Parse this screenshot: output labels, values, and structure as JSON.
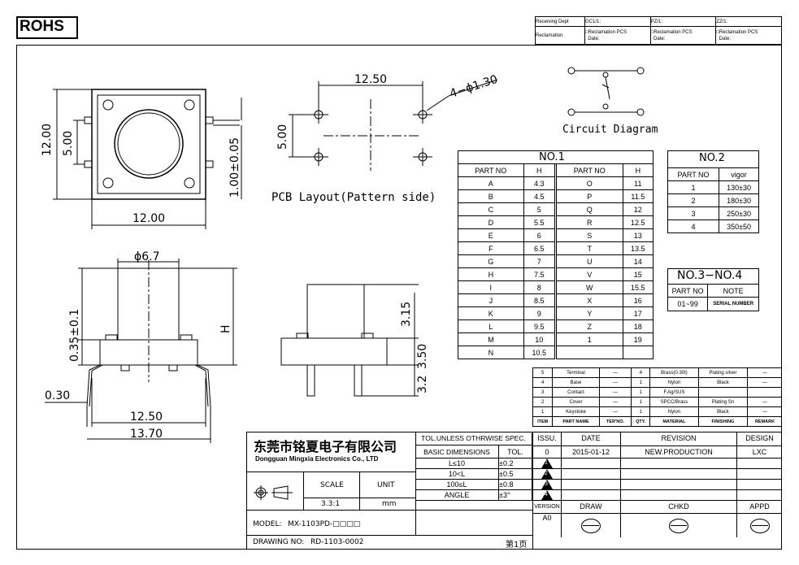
{
  "rohs": "ROHS",
  "header": {
    "receiving_dept": "Receiving Dept",
    "gc": "GC1/1:",
    "pz": "PZ/1:",
    "zz": "ZZ/1:",
    "reclamation": "Reclamation",
    "recl_pcs": "□Reclamation  PCS",
    "date": "Date:"
  },
  "drawing": {
    "top_w": "12.00",
    "top_h": "12.00",
    "d5": "5.00",
    "d1": "1.00±0.05",
    "pcb_w": "12.50",
    "pcb_h": "5.00",
    "holes": "4−ϕ1.30",
    "pcb_label": "PCB Layout(Pattern side)",
    "circuit_label": "Circuit Diagram",
    "phi": "ϕ6.7",
    "d035": "0.35±0.1",
    "H": "H",
    "d030": "0.30",
    "d1250": "12.50",
    "d1370": "13.70",
    "d315": "3.15",
    "d350": "3.50",
    "d32": "3.2"
  },
  "no1": {
    "title": "NO.1",
    "headers": [
      "PART NO",
      "H",
      "PART NO",
      "H"
    ],
    "rows": [
      [
        "A",
        "4.3",
        "O",
        "11"
      ],
      [
        "B",
        "4.5",
        "P",
        "11.5"
      ],
      [
        "C",
        "5",
        "Q",
        "12"
      ],
      [
        "D",
        "5.5",
        "R",
        "12.5"
      ],
      [
        "E",
        "6",
        "S",
        "13"
      ],
      [
        "F",
        "6.5",
        "T",
        "13.5"
      ],
      [
        "G",
        "7",
        "U",
        "14"
      ],
      [
        "H",
        "7.5",
        "V",
        "15"
      ],
      [
        "I",
        "8",
        "W",
        "15.5"
      ],
      [
        "J",
        "8.5",
        "X",
        "16"
      ],
      [
        "K",
        "9",
        "Y",
        "17"
      ],
      [
        "L",
        "9.5",
        "Z",
        "18"
      ],
      [
        "M",
        "10",
        "1",
        "19"
      ],
      [
        "N",
        "10.5",
        "",
        ""
      ]
    ]
  },
  "no2": {
    "title": "NO.2",
    "headers": [
      "PART NO",
      "vigor"
    ],
    "rows": [
      [
        "1",
        "130±30"
      ],
      [
        "2",
        "180±30"
      ],
      [
        "3",
        "250±30"
      ],
      [
        "4",
        "350±50"
      ]
    ]
  },
  "no34": {
    "title": "NO.3−NO.4",
    "headers": [
      "PART NO",
      "NOTE"
    ],
    "rows": [
      [
        "01~99",
        "SERIAL NUMBER"
      ]
    ]
  },
  "bom": {
    "rows": [
      [
        "5",
        "Terminal",
        "—",
        "4",
        "Brass(0.30t)",
        "Plating silver",
        "—"
      ],
      [
        "4",
        "Base",
        "—",
        "1",
        "Nylon",
        "Black",
        "—"
      ],
      [
        "3",
        "Contact",
        "—",
        "1",
        "F.Ag/SUS",
        "",
        ""
      ],
      [
        "2",
        "Cover",
        "—",
        "1",
        "SPCC/Brass",
        "Plating Sn",
        "—"
      ],
      [
        "1",
        "Keystoke",
        "—",
        "1",
        "Nylon",
        "Black",
        "—"
      ]
    ],
    "headers": [
      "ITEM",
      "PART NAME",
      "TER'NO.",
      "QTY.",
      "MATERIAL",
      "FINISHING",
      "REMARK"
    ]
  },
  "company": {
    "cn": "东莞市铭夏电子有限公司",
    "en": "Dongguan Mingxia Electronics Co., LTD",
    "scale_label": "SCALE",
    "unit_label": "UNIT",
    "scale": "3.3:1",
    "unit": "mm",
    "model_label": "MODEL:",
    "model": "MX-1103PD-□□□□",
    "drawing_label": "DRAWING NO:",
    "drawing_no": "RD-1103-0002",
    "page": "第1页"
  },
  "tol": {
    "title": "TOL.UNLESS OTHRWISE SPEC.",
    "basic": "BASIC DIMENSIONS",
    "tol": "TOL.",
    "rows": [
      [
        "L≤10",
        "±0.2"
      ],
      [
        "10<L",
        "±0.5"
      ],
      [
        "100≤L",
        "±0.8"
      ],
      [
        "ANGLE",
        "±3°"
      ]
    ]
  },
  "rev": {
    "issu": "ISSU.",
    "date_h": "DATE",
    "revision_h": "REVISION",
    "design_h": "DESIGN",
    "issue": "0",
    "date": "2015-01-12",
    "revision": "NEW.PRODUCTION",
    "design": "LXC",
    "tri": [
      "1",
      "2",
      "3",
      "4"
    ],
    "version_h": "VERSION",
    "version": "A0",
    "draw": "DRAW",
    "chkd": "CHKD",
    "appd": "APPD"
  }
}
